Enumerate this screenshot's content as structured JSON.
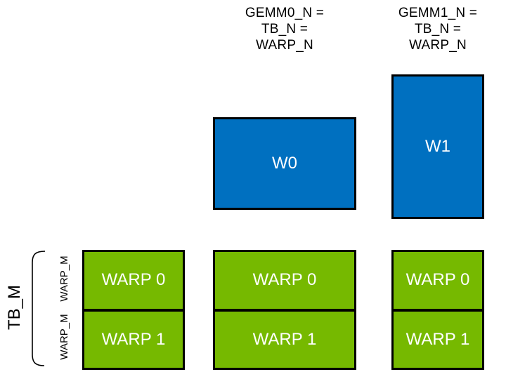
{
  "diagram": {
    "title_context": "GEMM warp tiling diagram",
    "column_headers": [
      {
        "id": "gemm0",
        "lines": [
          "GEMM0_N =",
          "TB_N =",
          "WARP_N"
        ]
      },
      {
        "id": "gemm1",
        "lines": [
          "GEMM1_N =",
          "TB_N =",
          "WARP_N"
        ]
      }
    ],
    "blue_boxes": [
      {
        "label": "W0"
      },
      {
        "label": "W1"
      }
    ],
    "green_columns": [
      {
        "cells": [
          "WARP 0",
          "WARP 1"
        ]
      },
      {
        "cells": [
          "WARP 0",
          "WARP 1"
        ]
      },
      {
        "cells": [
          "WARP 0",
          "WARP 1"
        ]
      }
    ],
    "left_axis": {
      "bracket_label": "TB_M",
      "row_labels": [
        "WARP_M",
        "WARP_M"
      ]
    },
    "colors": {
      "blue": "#0070C0",
      "green": "#76B900",
      "border": "#000000",
      "text_on_fill": "#FFFFFF",
      "text_dark": "#000000",
      "background": "#FFFFFF"
    }
  }
}
